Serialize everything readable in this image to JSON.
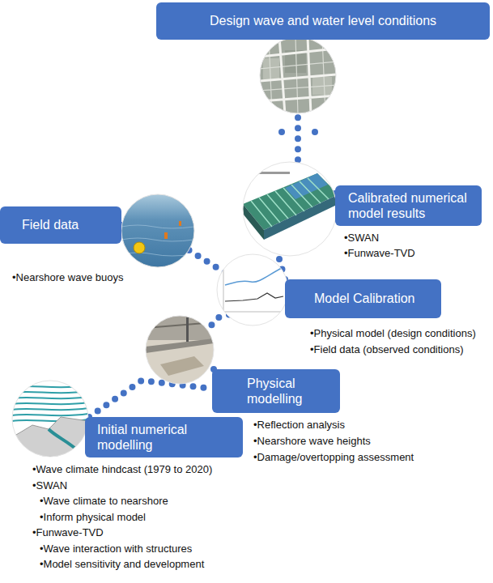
{
  "diagram": {
    "nodes": [
      {
        "text": [
          "Design wave and water level conditions"
        ]
      },
      {
        "text": [
          "Calibrated numerical model results",
          "•SWAN",
          "•Funwave-TVD"
        ]
      },
      {
        "text": [
          "Field data",
          "•Nearshore wave buoys"
        ]
      },
      {
        "text": [
          "Model Calibration",
          "•Physical model (design conditions)",
          "•Field data (observed conditions)"
        ]
      },
      {
        "text": [
          "Physical modelling",
          "•Reflection analysis",
          "•Nearshore wave heights",
          "•Damage/overtopping assessment"
        ]
      },
      {
        "text": [
          "Initial numerical modelling",
          "•Wave climate hindcast (1979 to 2020)",
          "•SWAN",
          "•Wave climate to nearshore",
          "•Inform physical model",
          "•Funwave-TVD",
          "•Wave interaction with structures",
          "•Model sensitivity and development"
        ]
      }
    ],
    "edges": [
      {
        "from": 5,
        "to": 4,
        "arrow": "none"
      },
      {
        "from": 4,
        "to": 3,
        "arrow": "none"
      },
      {
        "from": 2,
        "to": 3,
        "arrow": "none"
      },
      {
        "from": 3,
        "to": 1,
        "arrow": "none"
      },
      {
        "from": 1,
        "to": 0,
        "arrow": "none"
      }
    ]
  }
}
